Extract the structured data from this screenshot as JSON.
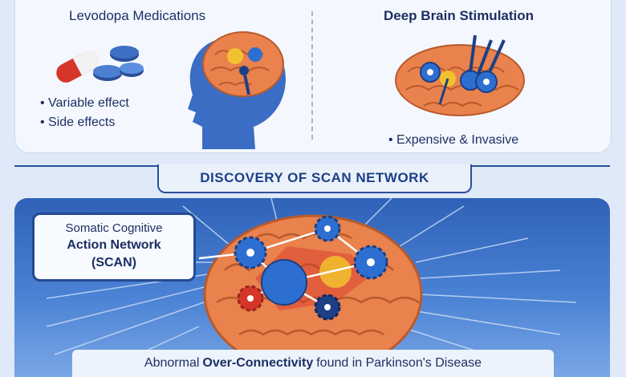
{
  "medications": {
    "title": "Levodopa Medications",
    "bullets": [
      "Variable effect",
      "Side effects"
    ]
  },
  "dbs": {
    "title": "Deep Brain Stimulation",
    "bullets": [
      "Expensive & Invasive"
    ]
  },
  "banner": {
    "title": "DISCOVERY OF SCAN NETWORK"
  },
  "scan_label": {
    "line1": "Somatic Cognitive",
    "line2": "Action Network",
    "line3": "(SCAN)"
  },
  "caption": {
    "prefix": "Abnormal",
    "emphasis": "Over-Connectivity",
    "suffix": "found in Parkinson's Disease"
  },
  "colors": {
    "navy": "#1c2f63",
    "blue_panel": "#2f62b8",
    "brain": "#e9824d",
    "gear_blue": "#2d6fd0",
    "node_red": "#d6362a",
    "node_yellow": "#f2c22e"
  }
}
